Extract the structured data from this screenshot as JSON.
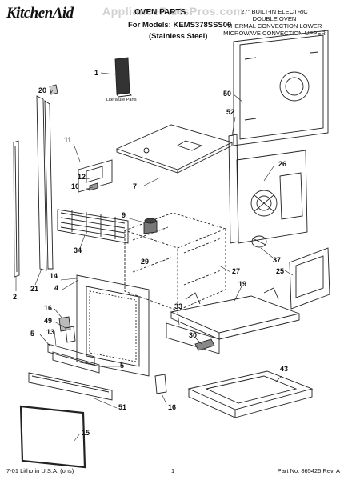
{
  "header": {
    "brand": "KitchenAid",
    "title": "OVEN PARTS",
    "model_line": "For Models: KEMS378SSS00",
    "variant_line": "(Stainless Steel)",
    "description": [
      "27\" BUILT-IN ELECTRIC",
      "DOUBLE OVEN",
      "THERMAL CONVECTION LOWER",
      "MICROWAVE CONVECTION UPPER"
    ]
  },
  "watermark": "AppliancePartsPros.com",
  "literature_label": "Literature Parts",
  "part_numbers": {
    "p1": "1",
    "p2": "2",
    "p4": "4",
    "p5a": "5",
    "p5b": "5",
    "p7": "7",
    "p9": "9",
    "p10": "10",
    "p11": "11",
    "p12": "12",
    "p13": "13",
    "p14": "14",
    "p15": "15",
    "p16a": "16",
    "p16b": "16",
    "p19": "19",
    "p20": "20",
    "p21": "21",
    "p25": "25",
    "p26": "26",
    "p27": "27",
    "p29": "29",
    "p30": "30",
    "p33": "33",
    "p34": "34",
    "p37": "37",
    "p43": "43",
    "p49": "49",
    "p50": "50",
    "p51": "51",
    "p52": "52"
  },
  "footer": {
    "left": "7-01 Litho in U.S.A. (ons)",
    "page": "1",
    "right": "Part No. 865425 Rev. A"
  }
}
